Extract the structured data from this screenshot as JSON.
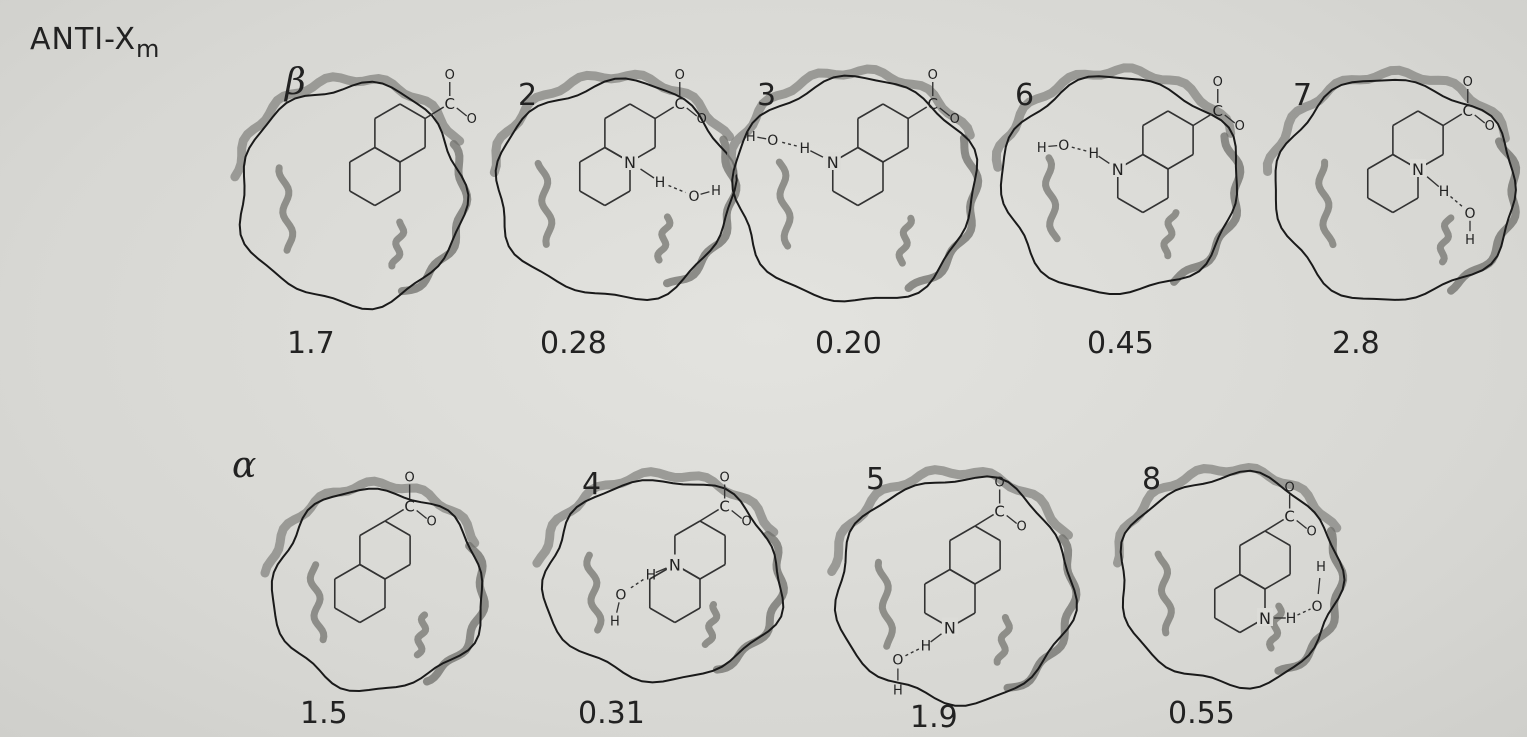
{
  "figure": {
    "title_main": "ANTI-X",
    "title_sub": "m",
    "rows": [
      {
        "row_label": "β",
        "items": [
          {
            "number": "",
            "value": "1.7",
            "variant": "plain-beta"
          },
          {
            "number": "2",
            "value": "0.28",
            "variant": "N-bottom-right-water"
          },
          {
            "number": "3",
            "value": "0.20",
            "variant": "N-left-water-top"
          },
          {
            "number": "6",
            "value": "0.45",
            "variant": "N-left-water-mid"
          },
          {
            "number": "7",
            "value": "2.8",
            "variant": "N-mid-water-below"
          }
        ]
      },
      {
        "row_label": "α",
        "items": [
          {
            "number": "",
            "value": "1.5",
            "variant": "plain-alpha"
          },
          {
            "number": "4",
            "value": "0.31",
            "variant": "N-mid-water-left"
          },
          {
            "number": "5",
            "value": "1.9",
            "variant": "N-bottom-water-left"
          },
          {
            "number": "8",
            "value": "0.55",
            "variant": "N-bottom-water-right"
          }
        ]
      }
    ],
    "atom_labels": {
      "oxygen": "O",
      "carbon": "C",
      "nitrogen": "N",
      "hydrogen": "H"
    }
  }
}
